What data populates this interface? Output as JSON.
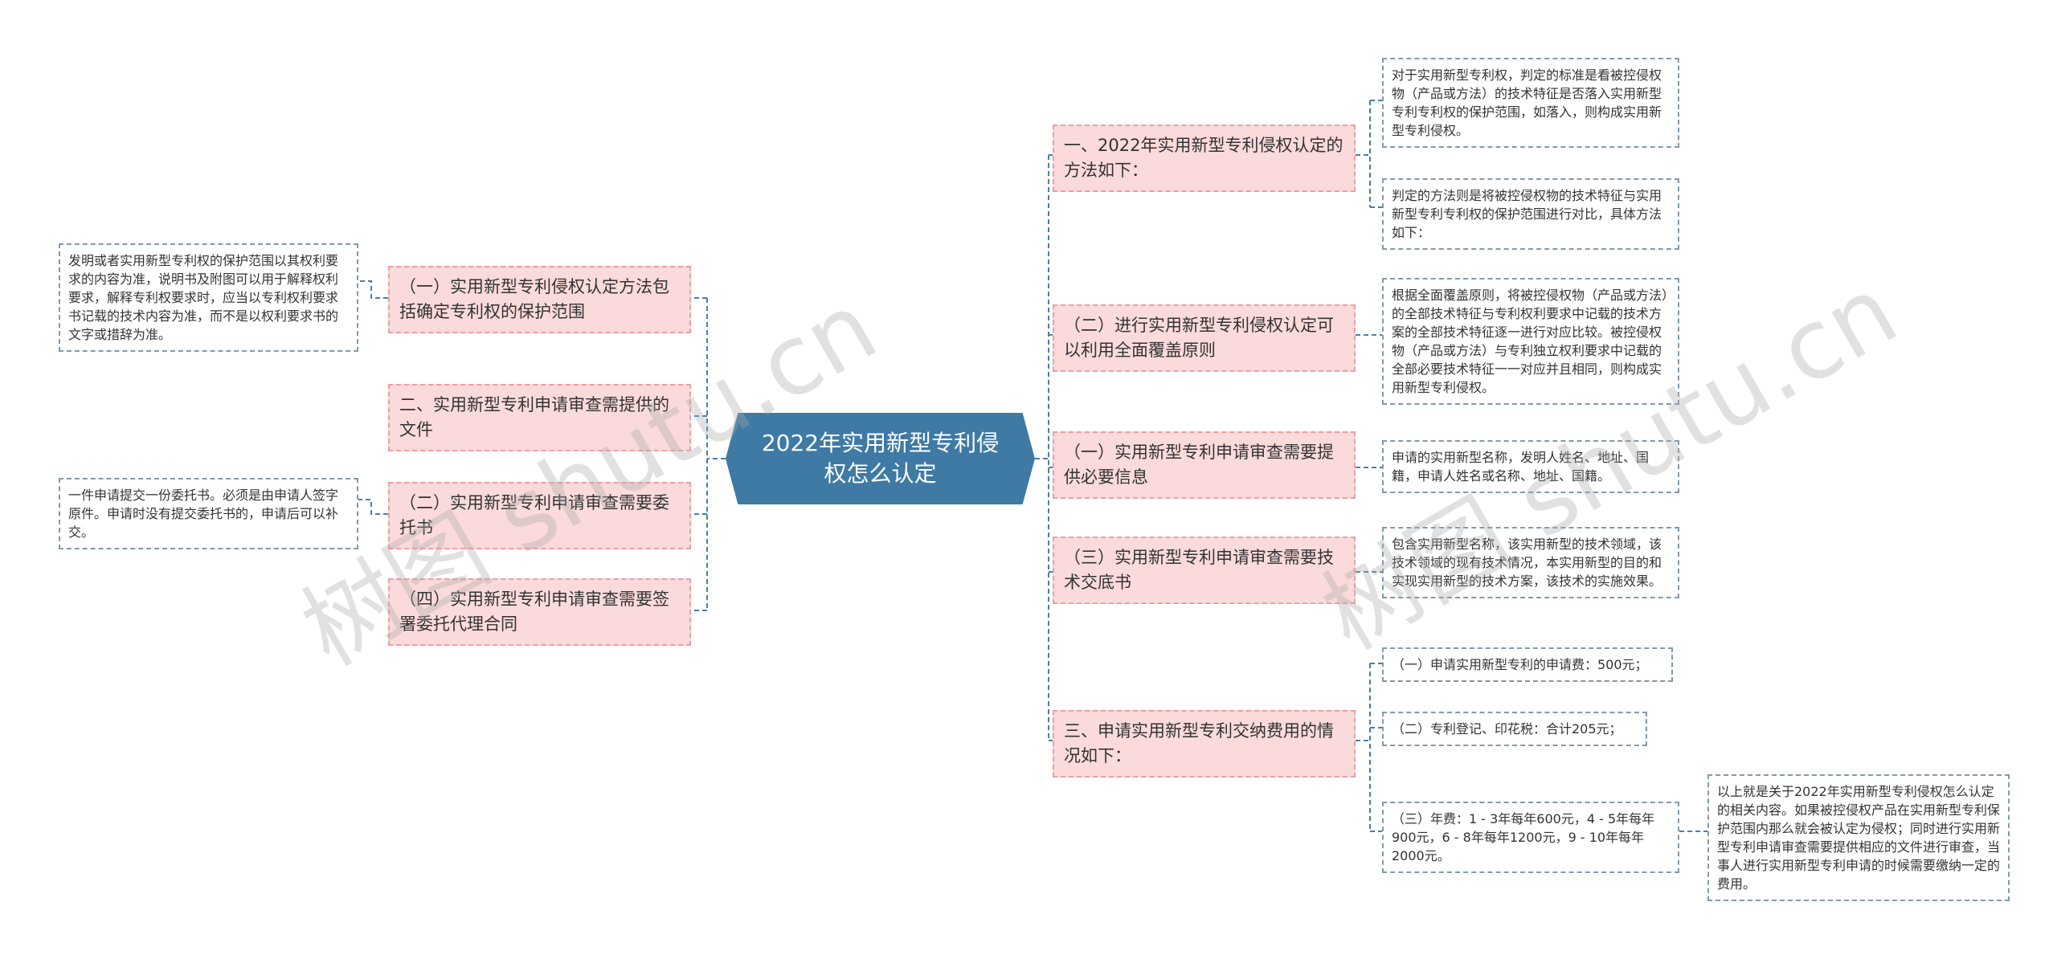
{
  "root": "2022年实用新型专利侵权怎么认定",
  "watermark": "树图 shutu.cn",
  "left": [
    {
      "label": "（一）实用新型专利侵权认定方法包括确定专利权的保护范围",
      "leaf": "发明或者实用新型专利权的保护范围以其权利要求的内容为准，说明书及附图可以用于解释权利要求，解释专利权要求时，应当以专利权利要求书记载的技术内容为准，而不是以权利要求书的文字或措辞为准。"
    },
    {
      "label": "二、实用新型专利申请审查需提供的文件"
    },
    {
      "label": "（二）实用新型专利申请审查需要委托书",
      "leaf": "一件申请提交一份委托书。必须是由申请人签字原件。申请时没有提交委托书的，申请后可以补交。"
    },
    {
      "label": "（四）实用新型专利申请审查需要签署委托代理合同"
    }
  ],
  "right": [
    {
      "label": "一、2022年实用新型专利侵权认定的方法如下：",
      "leaves": [
        "对于实用新型专利权，判定的标准是看被控侵权物（产品或方法）的技术特征是否落入实用新型专利专利权的保护范围，如落入，则构成实用新型专利侵权。",
        "判定的方法则是将被控侵权物的技术特征与实用新型专利专利权的保护范围进行对比，具体方法如下："
      ]
    },
    {
      "label": "（二）进行实用新型专利侵权认定可以利用全面覆盖原则",
      "leaves": [
        "根据全面覆盖原则，将被控侵权物（产品或方法）的全部技术特征与专利权利要求中记载的技术方案的全部技术特征逐一进行对应比较。被控侵权物（产品或方法）与专利独立权利要求中记载的全部必要技术特征一一对应并且相同，则构成实用新型专利侵权。"
      ]
    },
    {
      "label": "（一）实用新型专利申请审查需要提供必要信息",
      "leaves": [
        "申请的实用新型名称，发明人姓名、地址、国籍，申请人姓名或名称、地址、国籍。"
      ]
    },
    {
      "label": "（三）实用新型专利申请审查需要技术交底书",
      "leaves": [
        "包含实用新型名称，该实用新型的技术领域，该技术领域的现有技术情况，本实用新型的目的和实现实用新型的技术方案，该技术的实施效果。"
      ]
    },
    {
      "label": "三、申请实用新型专利交纳费用的情况如下：",
      "leaves": [
        "（一）申请实用新型专利的申请费：500元；",
        "（二）专利登记、印花税：合计205元；",
        "（三）年费：1 - 3年每年600元，4 - 5年每年900元，6 - 8年每年1200元，9 - 10年每年2000元。"
      ]
    }
  ],
  "final_leaf": "以上就是关于2022年实用新型专利侵权怎么认定的相关内容。如果被控侵权产品在实用新型专利保护范围内那么就会被认定为侵权；同时进行实用新型专利申请审查需要提供相应的文件进行审查，当事人进行实用新型专利申请的时候需要缴纳一定的费用。",
  "colors": {
    "root": "#3e7aa4",
    "branch_fill": "#fadadb",
    "branch_border": "#e8a0a3",
    "leaf_border": "#7f9aae",
    "connector": "#4a7fa6"
  }
}
